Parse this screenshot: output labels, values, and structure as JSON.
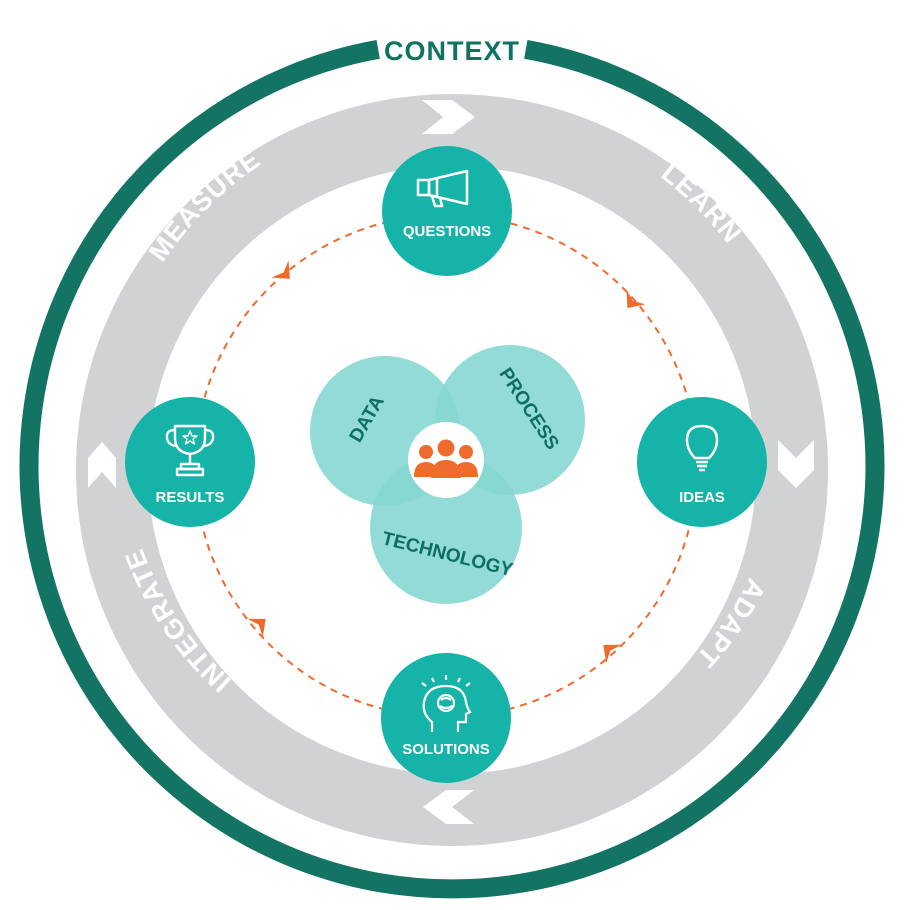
{
  "title": "CONTEXT",
  "cycle_stages": [
    {
      "id": "learn",
      "label": "LEARN"
    },
    {
      "id": "adapt",
      "label": "ADAPT"
    },
    {
      "id": "integrate",
      "label": "INTEGRATE"
    },
    {
      "id": "measure",
      "label": "MEASURE"
    }
  ],
  "nodes": [
    {
      "id": "questions",
      "label": "QUESTIONS",
      "icon": "megaphone-icon"
    },
    {
      "id": "ideas",
      "label": "IDEAS",
      "icon": "lightbulb-icon"
    },
    {
      "id": "solutions",
      "label": "SOLUTIONS",
      "icon": "brain-head-icon"
    },
    {
      "id": "results",
      "label": "RESULTS",
      "icon": "trophy-icon"
    }
  ],
  "venn": [
    {
      "id": "data",
      "label": "DATA"
    },
    {
      "id": "process",
      "label": "PROCESS"
    },
    {
      "id": "technology",
      "label": "TECHNOLOGY"
    }
  ],
  "center_icon": "people-group-icon",
  "colors": {
    "outer_ring": "#137463",
    "cycle_band": "#d1d2d4",
    "node_fill": "#15b3a8",
    "venn_fill": "#86d7d3",
    "arrow": "#ee6b2d",
    "band_arrow": "#ffffff"
  }
}
